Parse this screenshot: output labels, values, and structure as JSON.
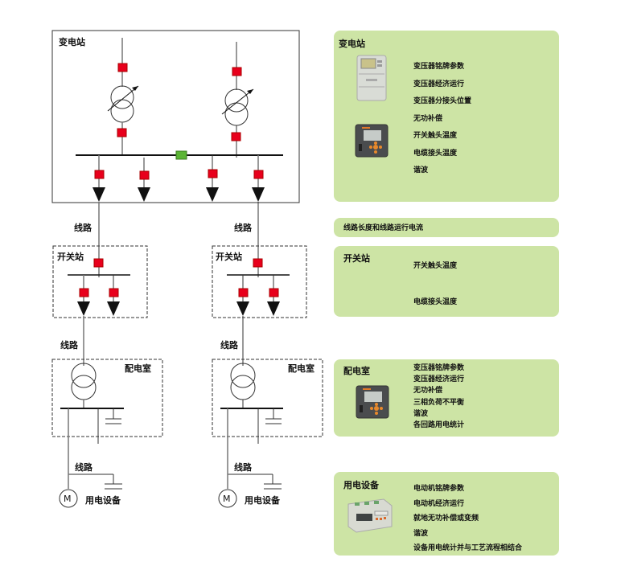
{
  "diagram": {
    "substation_label": "变电站",
    "line_label": "线路",
    "switch_station_label": "开关站",
    "distribution_room_label": "配电室",
    "equipment_label": "用电设备",
    "motor_symbol": "M",
    "colors": {
      "monitor_point": "#e8001c",
      "bus_coupler": "#5bb534",
      "panel_bg": "#cde4a5"
    }
  },
  "panels": {
    "substation": {
      "title": "变电站",
      "items": [
        "变压器铭牌参数",
        "变压器经济运行",
        "变压器分接头位置",
        "无功补偿",
        "开关触头温度",
        "电缆接头温度",
        "谐波"
      ],
      "devices": [
        "energy-meter-device",
        "power-quality-monitor-device"
      ]
    },
    "line": {
      "title": "线路长度和线路运行电流"
    },
    "switch_station": {
      "title": "开关站",
      "items": [
        "开关触头温度",
        "电缆接头温度"
      ]
    },
    "distribution_room": {
      "title": "配电室",
      "items": [
        "变压器铭牌参数",
        "变压器经济运行",
        "无功补偿",
        "三相负荷不平衡",
        "谐波",
        "各回路用电统计"
      ],
      "devices": [
        "power-quality-monitor-device"
      ]
    },
    "equipment": {
      "title": "用电设备",
      "items": [
        "电动机铭牌参数",
        "电动机经济运行",
        "就地无功补偿或变频",
        "谐波",
        "设备用电统计并与工艺流程相结合"
      ],
      "devices": [
        "din-rail-meter-device"
      ]
    }
  }
}
